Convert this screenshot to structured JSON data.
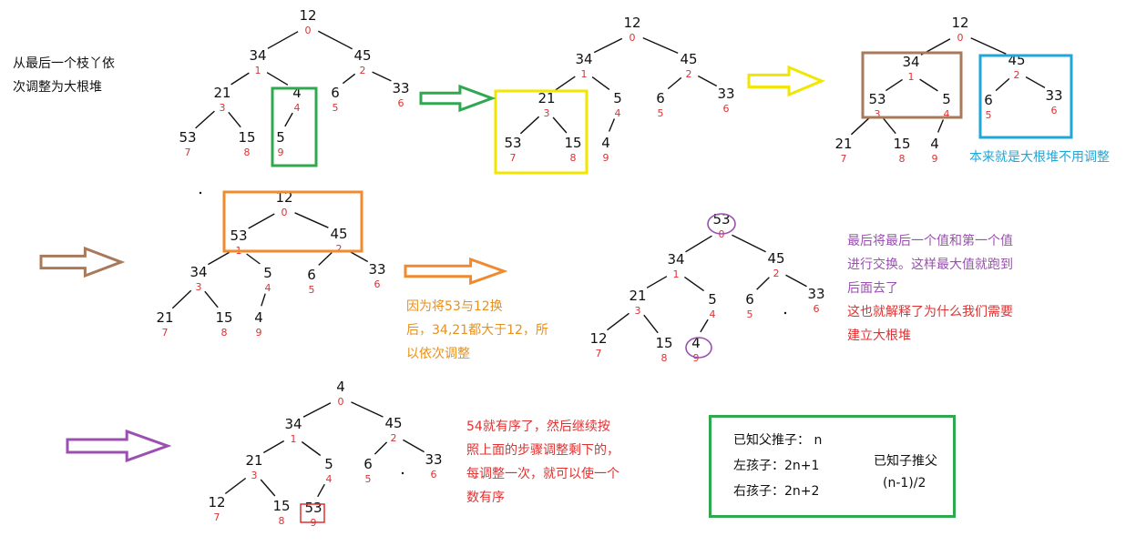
{
  "trees": [
    {
      "id": "t1",
      "values": [
        "12",
        "34",
        "45",
        "21",
        "4",
        "6",
        "33",
        "53",
        "15",
        "5"
      ],
      "indices": [
        "0",
        "1",
        "2",
        "3",
        "4",
        "5",
        "6",
        "7",
        "8",
        "9"
      ]
    },
    {
      "id": "t2",
      "values": [
        "12",
        "34",
        "45",
        "21",
        "5",
        "6",
        "33",
        "53",
        "15",
        "4"
      ],
      "indices": [
        "0",
        "1",
        "2",
        "3",
        "4",
        "5",
        "6",
        "7",
        "8",
        "9"
      ]
    },
    {
      "id": "t3",
      "values": [
        "12",
        "34",
        "45",
        "53",
        "5",
        "6",
        "33",
        "21",
        "15",
        "4"
      ],
      "indices": [
        "0",
        "1",
        "2",
        "3",
        "4",
        "5",
        "6",
        "7",
        "8",
        "9"
      ]
    },
    {
      "id": "t4",
      "values": [
        "12",
        "53",
        "45",
        "34",
        "5",
        "6",
        "33",
        "21",
        "15",
        "4"
      ],
      "indices": [
        "0",
        "1",
        "2",
        "3",
        "4",
        "5",
        "6",
        "7",
        "8",
        "9"
      ]
    },
    {
      "id": "t5",
      "values": [
        "53",
        "34",
        "45",
        "21",
        "5",
        "6",
        "33",
        "12",
        "15",
        "4"
      ],
      "indices": [
        "0",
        "1",
        "2",
        "3",
        "4",
        "5",
        "6",
        "7",
        "8",
        "9"
      ]
    },
    {
      "id": "t6",
      "values": [
        "4",
        "34",
        "45",
        "21",
        "5",
        "6",
        "33",
        "12",
        "15",
        "53"
      ],
      "indices": [
        "0",
        "1",
        "2",
        "3",
        "4",
        "5",
        "6",
        "7",
        "8",
        "9"
      ]
    }
  ],
  "notes": {
    "intro": [
      "从最后一个枝丫依",
      "次调整为大根堆"
    ],
    "no_adjust": "本来就是大根堆不用调整",
    "cascade": [
      "因为将53与12换",
      "后，34,21都大于12，所",
      "以依次调整"
    ],
    "swap_purple": [
      "最后将最后一个值和第一个值",
      "进行交换。这样最大值就跑到",
      "后面去了"
    ],
    "swap_red": [
      "这也就解释了为什么我们需要",
      "建立大根堆"
    ],
    "ordered": [
      "54就有序了，然后继续按",
      "照上面的步骤调整剩下的，",
      "每调整一次，就可以使一个",
      "数有序"
    ]
  },
  "formula": {
    "parent_to_child": "已知父推子：  n",
    "left_child": "左孩子：2n+1",
    "right_child": "右孩子：2n+2",
    "child_to_parent": "已知子推父",
    "parent_formula": "(n-1)/2"
  },
  "colors": {
    "green": "#2fa84f",
    "yellow": "#f2e600",
    "brown": "#a8795a",
    "blue": "#1ea7d8",
    "orange": "#f08a2e",
    "purple": "#9b4fb0",
    "red": "#e03131",
    "purple_text": "#9b4fb0",
    "orange_text": "#e8901a",
    "blue_text": "#1ea7d8"
  }
}
